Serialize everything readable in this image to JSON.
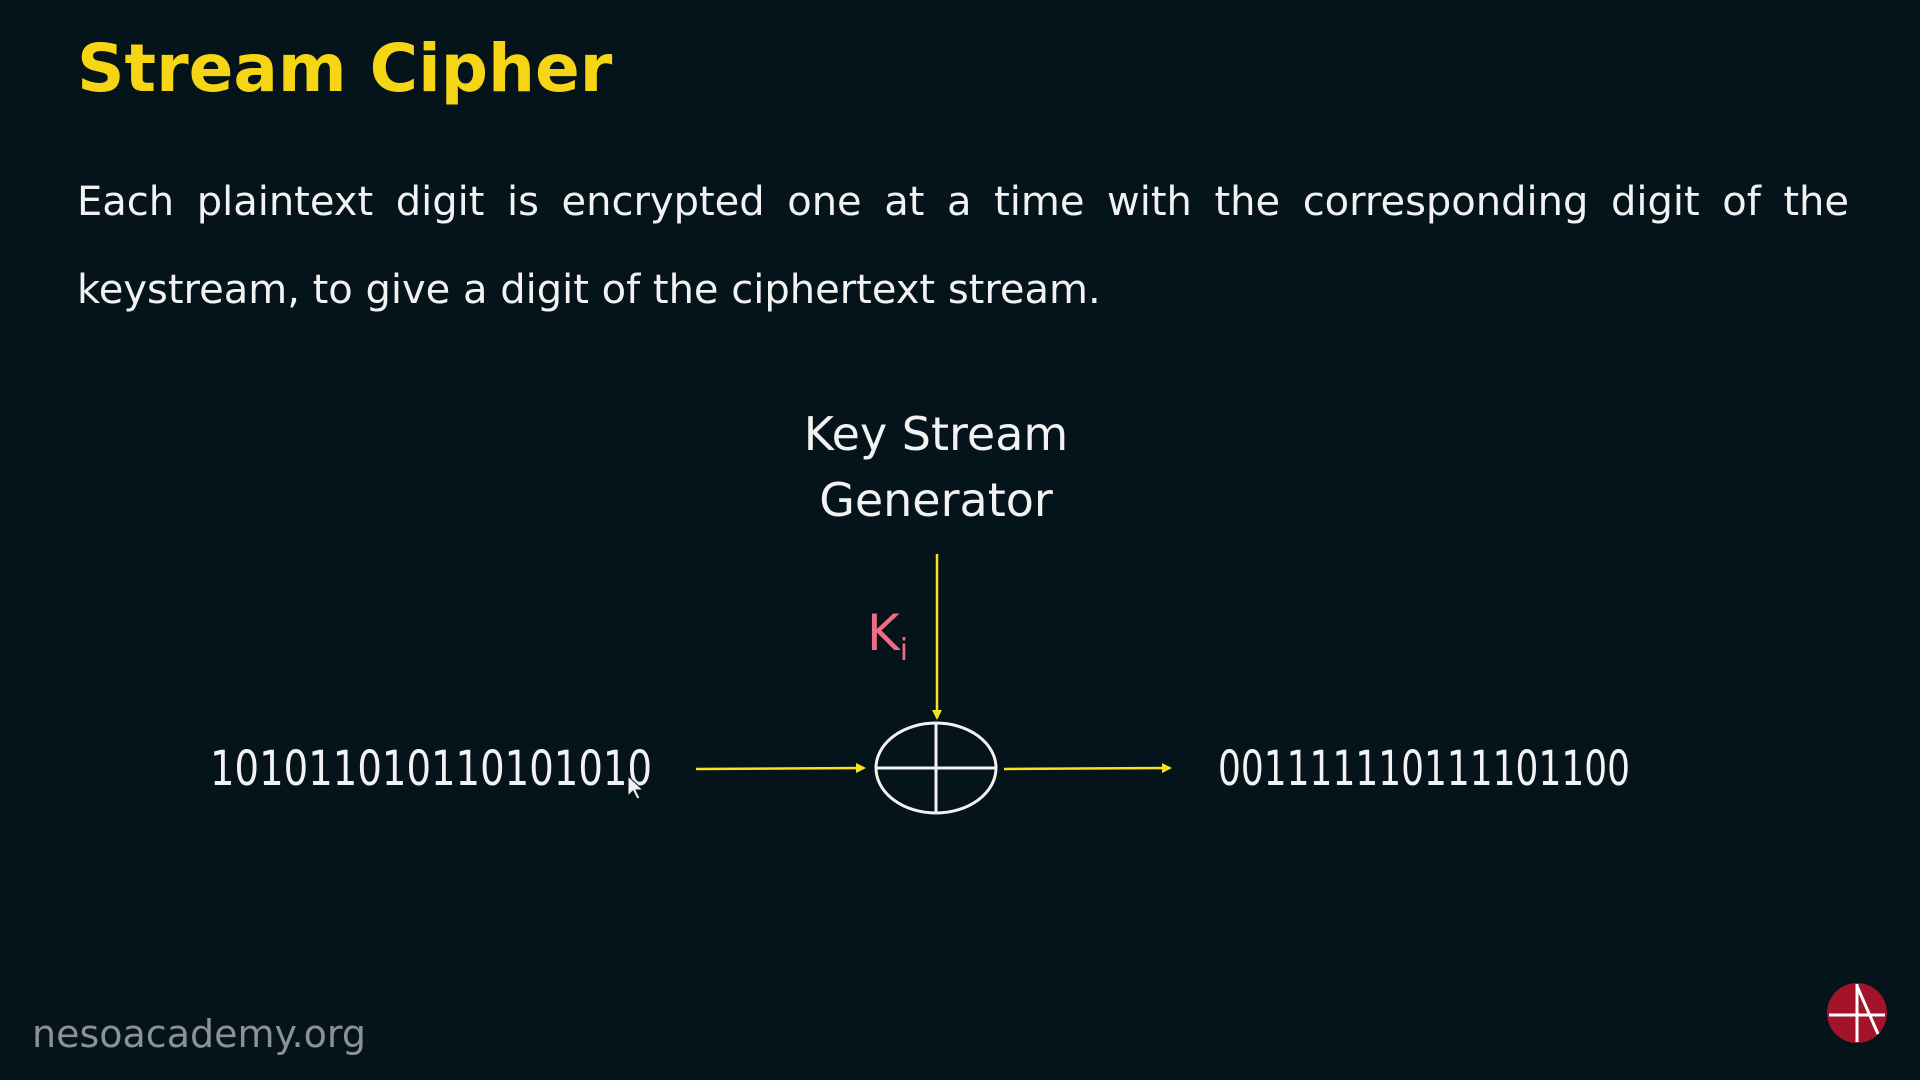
{
  "slide": {
    "title": "Stream Cipher",
    "description": "Each plaintext digit is encrypted one at a time with the corresponding digit of the keystream, to give a digit of the ciphertext stream."
  },
  "diagram": {
    "generator_label_line1": "Key Stream",
    "generator_label_line2": "Generator",
    "key_symbol": "K",
    "key_subscript": "i",
    "plaintext_bits": "1010110101101010​10",
    "ciphertext_bits": "001111110111101100"
  },
  "footer": {
    "website": "nesoacademy.org"
  },
  "colors": {
    "background": "#04141a",
    "title": "#f6d514",
    "text": "#f2f2f2",
    "arrow": "#f6e31a",
    "key_label": "#f06b86",
    "logo": "#a3142b",
    "watermark": "#8c9196"
  }
}
